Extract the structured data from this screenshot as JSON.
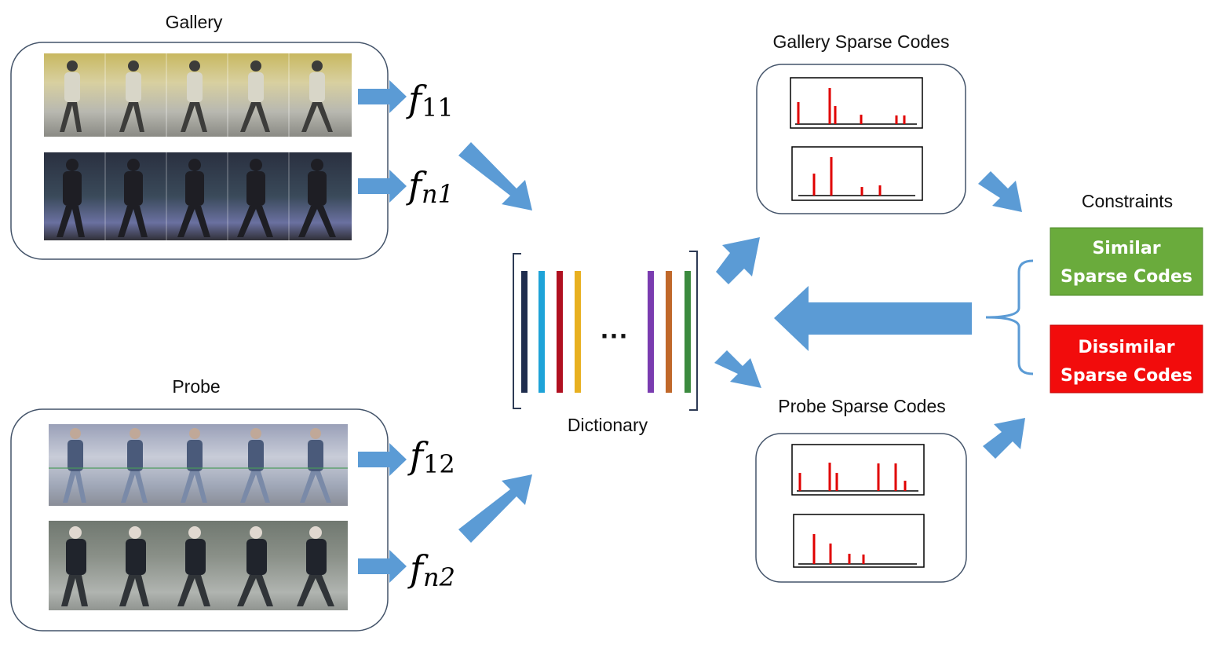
{
  "labels": {
    "gallery": "Gallery",
    "probe": "Probe",
    "dictionary": "Dictionary",
    "dictionary_ellipsis": "···",
    "gallery_codes": "Gallery Sparse Codes",
    "probe_codes": "Probe Sparse Codes",
    "constraints": "Constraints"
  },
  "features": [
    {
      "base": "f",
      "sub": "11"
    },
    {
      "base": "f",
      "sub": "n1"
    },
    {
      "base": "f",
      "sub": "12"
    },
    {
      "base": "f",
      "sub": "n2"
    }
  ],
  "constraints": [
    {
      "line1": "Similar",
      "line2": "Sparse Codes",
      "color": "#6aab3c"
    },
    {
      "line1": "Dissimilar",
      "line2": "Sparse Codes",
      "color": "#f20c0c"
    }
  ],
  "dictionary_atom_colors": [
    "#1f2d4e",
    "#1ea3d8",
    "#b01020",
    "#e8b020",
    "#7a3cb0",
    "#c0682a",
    "#3b8a3e"
  ],
  "colors": {
    "arrow": "#5b9bd5",
    "box_border": "#44546a",
    "spike": "#e00000",
    "constraint_brace": "#5b9bd5"
  }
}
